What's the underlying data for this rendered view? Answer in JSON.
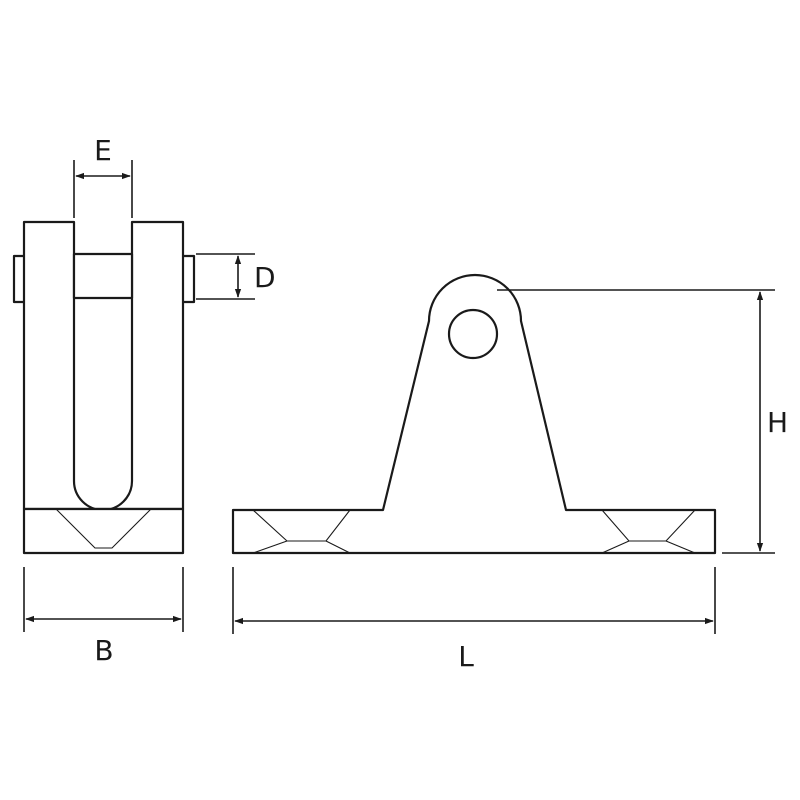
{
  "diagram": {
    "labels": {
      "e": "E",
      "d": "D",
      "b": "B",
      "h": "H",
      "l": "L"
    },
    "colors": {
      "line": "#1a1a1a",
      "background": "#ffffff"
    }
  }
}
